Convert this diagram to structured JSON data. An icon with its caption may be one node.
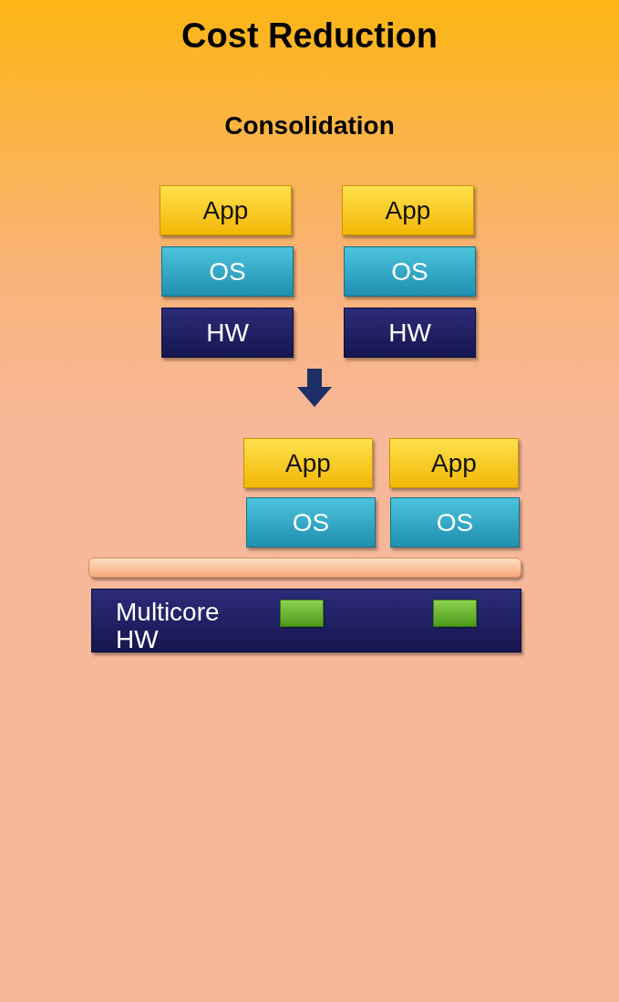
{
  "diagram": {
    "title": "Cost Reduction",
    "nodes": [
      {
        "text": [
          "App"
        ]
      },
      {
        "text": [
          "App"
        ]
      },
      {
        "text": [
          "OS"
        ]
      },
      {
        "text": [
          "OS"
        ]
      },
      {
        "text": [
          "HW"
        ]
      },
      {
        "text": [
          "HW"
        ]
      },
      {
        "text": [
          "App"
        ]
      },
      {
        "text": [
          "App"
        ]
      },
      {
        "text": [
          "OS"
        ]
      },
      {
        "text": [
          "OS"
        ]
      },
      {
        "text": [],
        "shape": "bar"
      },
      {
        "text": [
          "Multicore HW"
        ]
      },
      {
        "text": [],
        "shape": "box",
        "in": 11
      },
      {
        "text": [],
        "shape": "box",
        "in": 11
      }
    ],
    "edges": [],
    "labels": [
      "Consolidation"
    ]
  }
}
